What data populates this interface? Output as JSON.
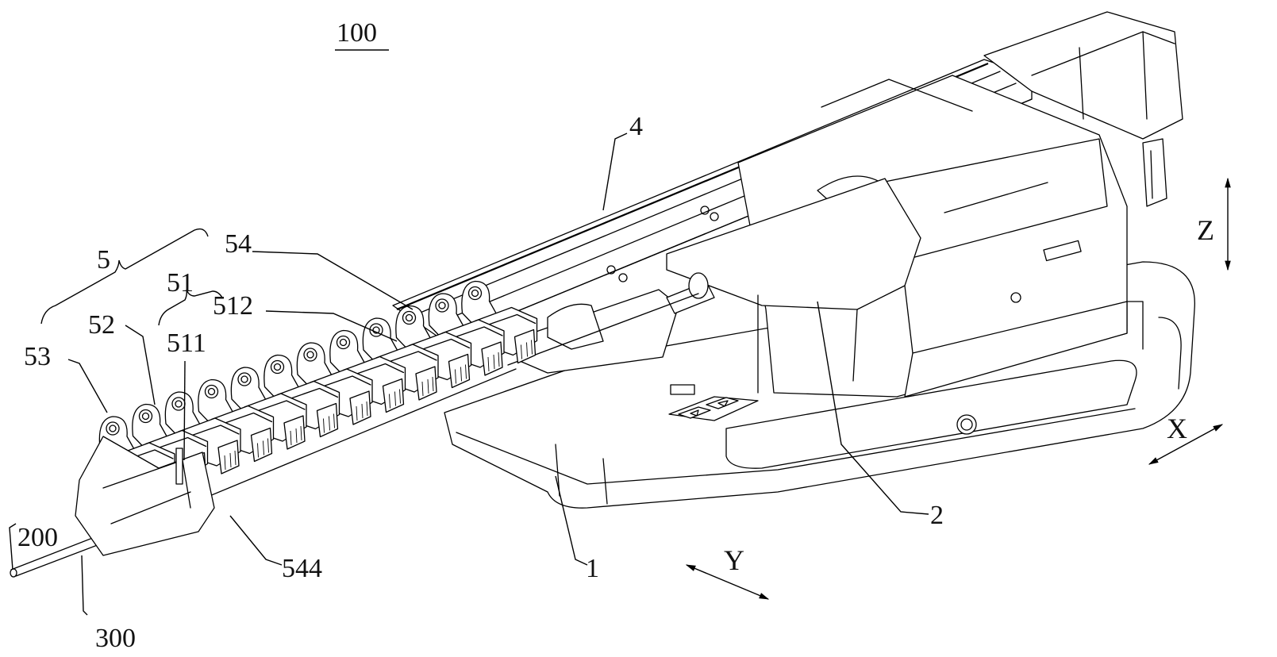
{
  "figure": {
    "reference_numeral": "100",
    "description": "Isometric patent drawing of an interventional surgical robot drive device with a chain of clamping units holding a guidewire and catheter"
  },
  "labels": {
    "l1": "1",
    "l2": "2",
    "l4": "4",
    "l5": "5",
    "l51": "51",
    "l511": "511",
    "l512": "512",
    "l52": "52",
    "l53": "53",
    "l54": "54",
    "l544": "544",
    "l200": "200",
    "l300": "300"
  },
  "axes": {
    "x": "X",
    "y": "Y",
    "z": "Z"
  },
  "control_buttons": [
    {
      "name": "reverse",
      "glyph": "left-triangle"
    },
    {
      "name": "forward",
      "glyph": "right-triangle"
    }
  ],
  "clamp_unit_count": 12
}
